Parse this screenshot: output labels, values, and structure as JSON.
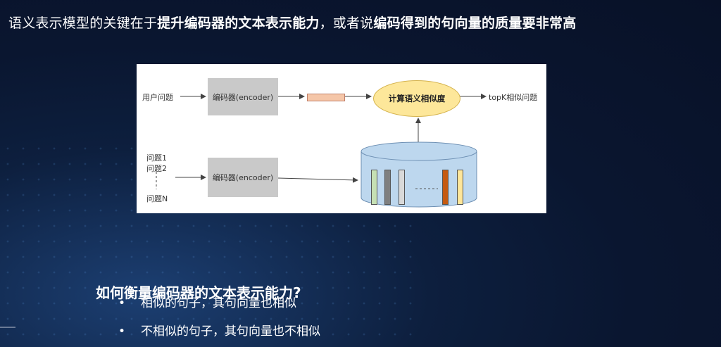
{
  "headline": {
    "normal1": "语义表示模型的关键在于",
    "bold1": "提升编码器的文本表示能力",
    "normal2": "，或者说",
    "bold2": "编码得到的句向量的质量要非常高"
  },
  "diagram": {
    "user_question": "用户问题",
    "encoder_top": "编码器(encoder)",
    "encoder_bottom": "编码器(encoder)",
    "similarity": "计算语义相似度",
    "output": "topK相似问题",
    "q1": "问题1",
    "q2": "问题2",
    "qn": "问题N",
    "vector_colors": [
      "#c6e0b4",
      "#7f7f7f",
      "#d9d9d9",
      "#c55a11",
      "#ffe699"
    ],
    "db_color": "#bdd7ee"
  },
  "section": {
    "question": "如何衡量编码器的文本表示能力?",
    "bullets": [
      "相似的句子，其句向量也相似",
      "不相似的句子，其句向量也不相似"
    ],
    "bullet_symbol": "•"
  }
}
